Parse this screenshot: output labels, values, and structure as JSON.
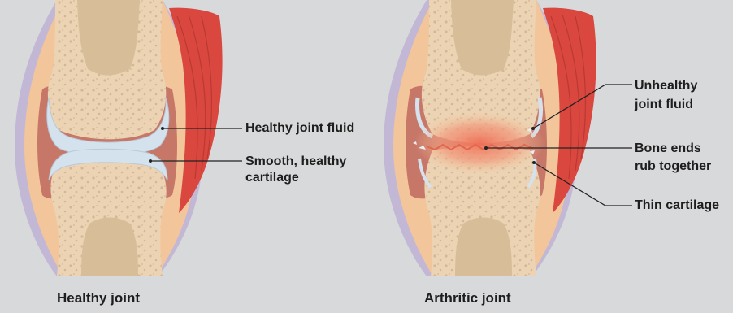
{
  "captions": {
    "healthy": "Healthy joint",
    "arthritic": "Arthritic joint"
  },
  "labels": {
    "healthy_fluid": "Healthy joint fluid",
    "smooth_cartilage_1": "Smooth, healthy",
    "smooth_cartilage_2": "cartilage",
    "unhealthy_fluid_1": "Unhealthy",
    "unhealthy_fluid_2": "joint fluid",
    "bone_ends_1": "Bone ends",
    "bone_ends_2": "rub together",
    "thin_cartilage": "Thin cartilage"
  },
  "colors": {
    "background": "#d8d9db",
    "bone": "#ecd3b3",
    "marrow": "#d8bd99",
    "cartilage": "#d4e2ee",
    "capsule": "#f3c59b",
    "synovium": "#c77768",
    "muscle": "#d9473f",
    "skin": "#c2b8d6",
    "inflamed": "#ef8a6e"
  }
}
